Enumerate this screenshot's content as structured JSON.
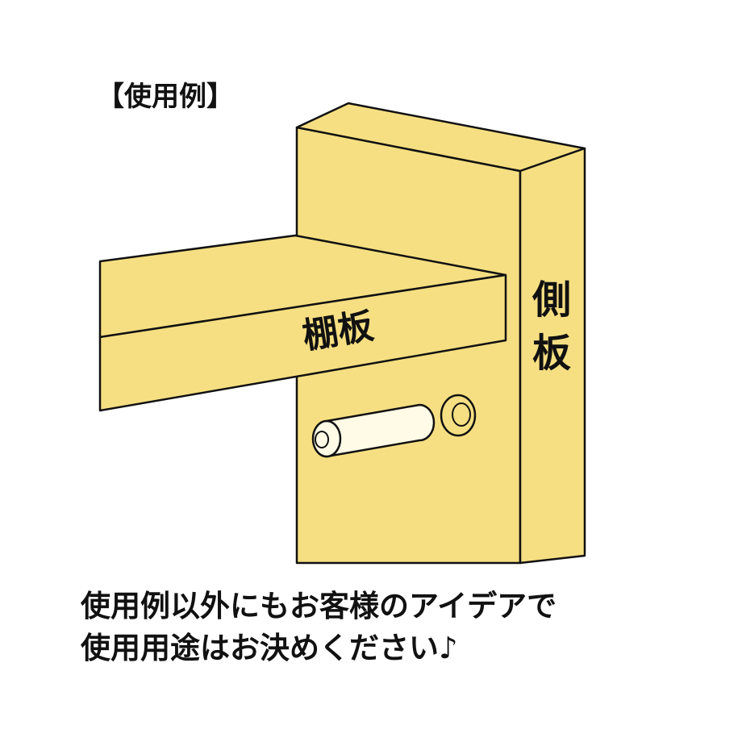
{
  "title": "【使用例】",
  "labels": {
    "shelf": "棚板",
    "side_panel_top": "側",
    "side_panel_bottom": "板"
  },
  "caption": {
    "line1": "使用例以外にもお客様のアイデアで",
    "line2": "使用用途はお決めください♪"
  },
  "colors": {
    "wood": "#f6df82",
    "outline": "#111111",
    "dowel": "#fffbe6"
  }
}
